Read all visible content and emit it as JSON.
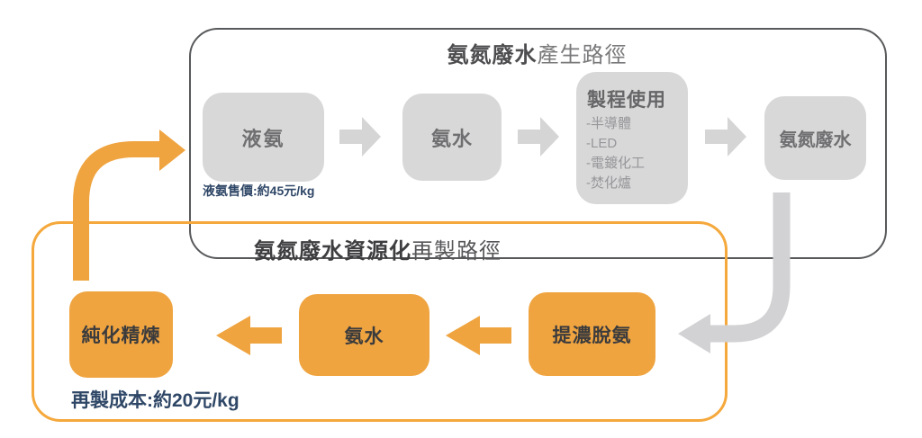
{
  "diagram": {
    "top_section": {
      "title_bold": "氨氮廢水",
      "title_rest": "產生路徑",
      "nodes": [
        {
          "label": "液氨"
        },
        {
          "label": "氨水"
        },
        {
          "label": "製程使用",
          "items": [
            "-半導體",
            "-LED",
            "-電鍍化工",
            "-焚化爐"
          ]
        },
        {
          "label": "氨氮廢水"
        }
      ],
      "note": "液氨售價:約45元/kg"
    },
    "bottom_section": {
      "title_bold": "氨氮廢水資源化",
      "title_rest": "再製路徑",
      "nodes": [
        {
          "label": "純化精煉"
        },
        {
          "label": "氨水"
        },
        {
          "label": "提濃脫氨"
        }
      ],
      "note": "再製成本:約20元/kg"
    },
    "colors": {
      "orange": "#EFA440",
      "orange_border": "#F5A83C",
      "gray_box": "#D8D8D8",
      "gray_arrow": "#D5D5D5",
      "dark_border": "#58595B",
      "note_navy": "#2F4767"
    }
  }
}
